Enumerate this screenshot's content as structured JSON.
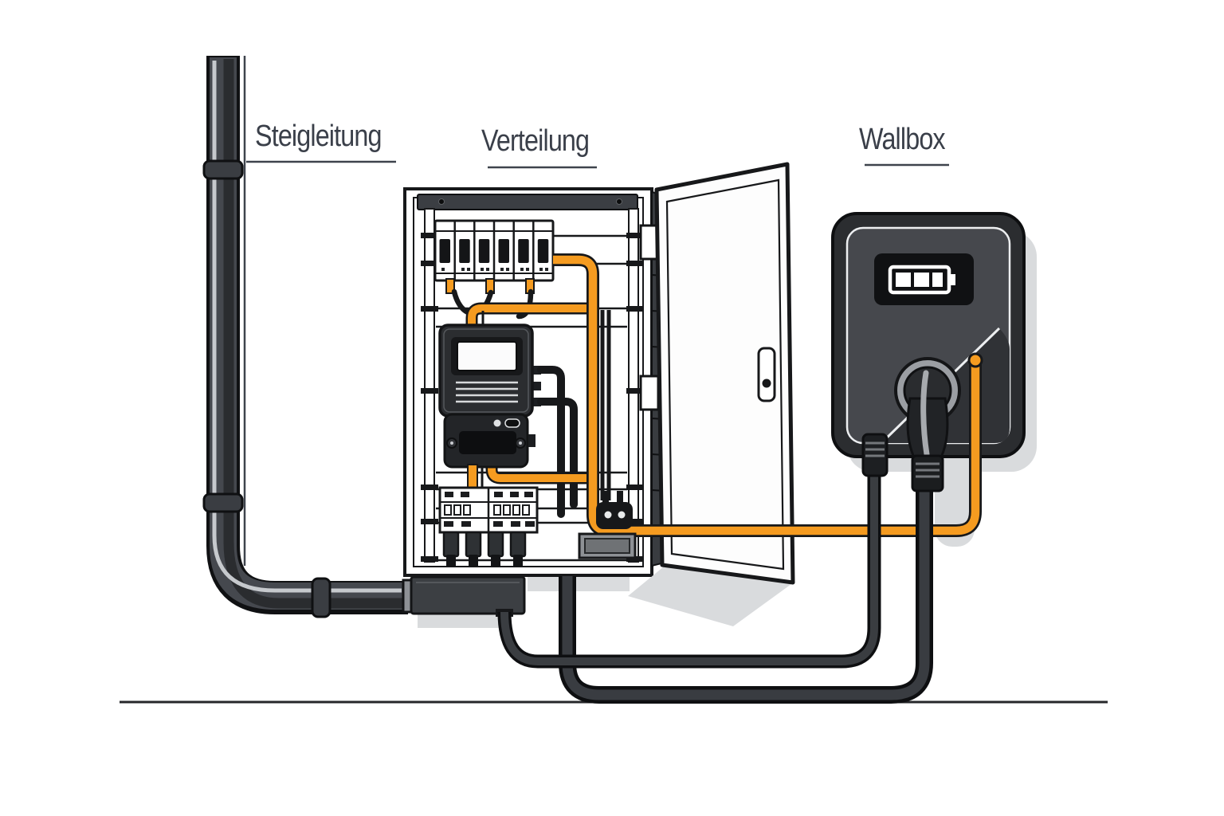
{
  "diagram": {
    "labels": {
      "riser": "Steigleitung",
      "distribution": "Verteilung",
      "wallbox": "Wallbox"
    },
    "colors": {
      "accent_orange": "#F59B20",
      "outline_black": "#17181A",
      "pipe_gray": "#45484E",
      "panel_dark": "#2B2D30",
      "shadow_gray": "#D9DBDD",
      "label_text": "#3A3F49",
      "background": "#FFFFFF"
    },
    "icons": {
      "battery": "battery-icon",
      "plug": "charging-plug-icon"
    },
    "components": [
      "riser-pipe",
      "junction-box",
      "distribution-cabinet",
      "circuit-breaker-row",
      "electricity-meter",
      "terminal-block",
      "cable-duct",
      "cabinet-door",
      "wallbox",
      "charging-plug",
      "orange-power-cable",
      "supply-cables",
      "ground-line"
    ]
  }
}
